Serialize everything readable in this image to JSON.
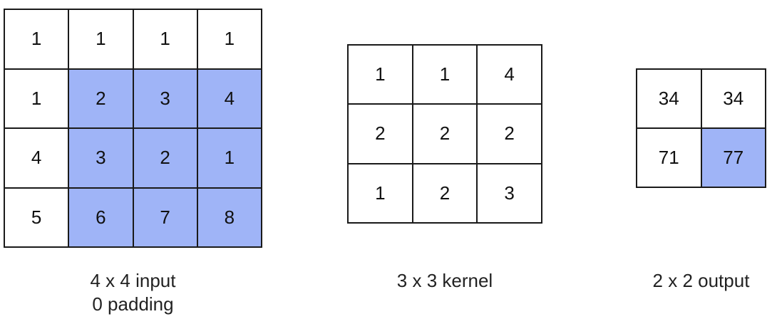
{
  "colors": {
    "highlight": "#9fb4f7",
    "border": "#1a1a1a"
  },
  "input": {
    "caption_line1": "4 x 4 input",
    "caption_line2": "0 padding",
    "rows": [
      [
        "1",
        "1",
        "1",
        "1"
      ],
      [
        "1",
        "2",
        "3",
        "4"
      ],
      [
        "4",
        "3",
        "2",
        "1"
      ],
      [
        "5",
        "6",
        "7",
        "8"
      ]
    ],
    "highlighted": [
      [
        false,
        false,
        false,
        false
      ],
      [
        false,
        true,
        true,
        true
      ],
      [
        false,
        true,
        true,
        true
      ],
      [
        false,
        true,
        true,
        true
      ]
    ]
  },
  "kernel": {
    "caption": "3 x 3 kernel",
    "rows": [
      [
        "1",
        "1",
        "4"
      ],
      [
        "2",
        "2",
        "2"
      ],
      [
        "1",
        "2",
        "3"
      ]
    ]
  },
  "output": {
    "caption": "2 x 2 output",
    "rows": [
      [
        "34",
        "34"
      ],
      [
        "71",
        "77"
      ]
    ],
    "highlighted": [
      [
        false,
        false
      ],
      [
        false,
        true
      ]
    ]
  }
}
